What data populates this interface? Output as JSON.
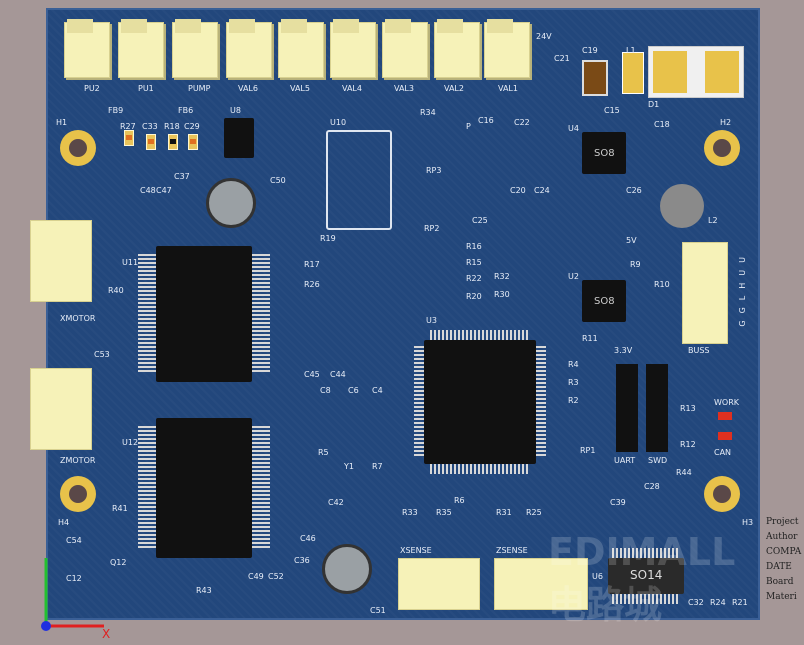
{
  "connectors_top": [
    "PU2",
    "PU1",
    "PUMP",
    "VAL6",
    "VAL5",
    "VAL4",
    "VAL3",
    "VAL2",
    "VAL1"
  ],
  "power_labels": {
    "v24": "24V",
    "v5": "5V",
    "v33": "3.3V"
  },
  "side_labels": {
    "xmotor": "XMOTOR",
    "zmotor": "ZMOTOR",
    "xsense": "XSENSE",
    "zsense": "ZSENSE",
    "uart": "UART",
    "swd": "SWD",
    "work": "WORK",
    "can": "CAN",
    "buss": "BUSS"
  },
  "bus_pins": "GGLHUU",
  "holes": [
    "H1",
    "H2",
    "H3",
    "H4"
  ],
  "chips": {
    "u8": "U8",
    "u10": "U10",
    "u11": "U11",
    "u12": "U12",
    "u3": "U3",
    "u4": "U4",
    "u6": "U6",
    "u2": "U2",
    "so8a": "SO8",
    "so8b": "SO8",
    "so14": "SO14",
    "d1": "D1",
    "l2": "L2",
    "c50": "C50",
    "c51": "C51",
    "y1": "Y1"
  },
  "designators": [
    "FB9",
    "FB6",
    "R27",
    "C33",
    "R18",
    "C29",
    "C48",
    "C47",
    "C37",
    "R34",
    "C16",
    "P",
    "C22",
    "C15",
    "C18",
    "C19",
    "C21",
    "L1",
    "C20",
    "C24",
    "C25",
    "C26",
    "R19",
    "R17",
    "R26",
    "R16",
    "R15",
    "R22",
    "R20",
    "R32",
    "R30",
    "R9",
    "R10",
    "R40",
    "C53",
    "C45",
    "C44",
    "C8",
    "C6",
    "C4",
    "R5",
    "R7",
    "R11",
    "R4",
    "R3",
    "R2",
    "R13",
    "R12",
    "R44",
    "C39",
    "C28",
    "C32",
    "R24",
    "R21",
    "R6",
    "R33",
    "R35",
    "R31",
    "R25",
    "C42",
    "C46",
    "C36",
    "C49",
    "C52",
    "R43",
    "R41",
    "C54",
    "C12",
    "Q12",
    "RP1",
    "RP2",
    "RP3"
  ],
  "title_block": [
    "Project",
    "Author",
    "COMPA",
    "DATE",
    "Board",
    "Materi"
  ],
  "watermark": "EDIMALL 电路城"
}
